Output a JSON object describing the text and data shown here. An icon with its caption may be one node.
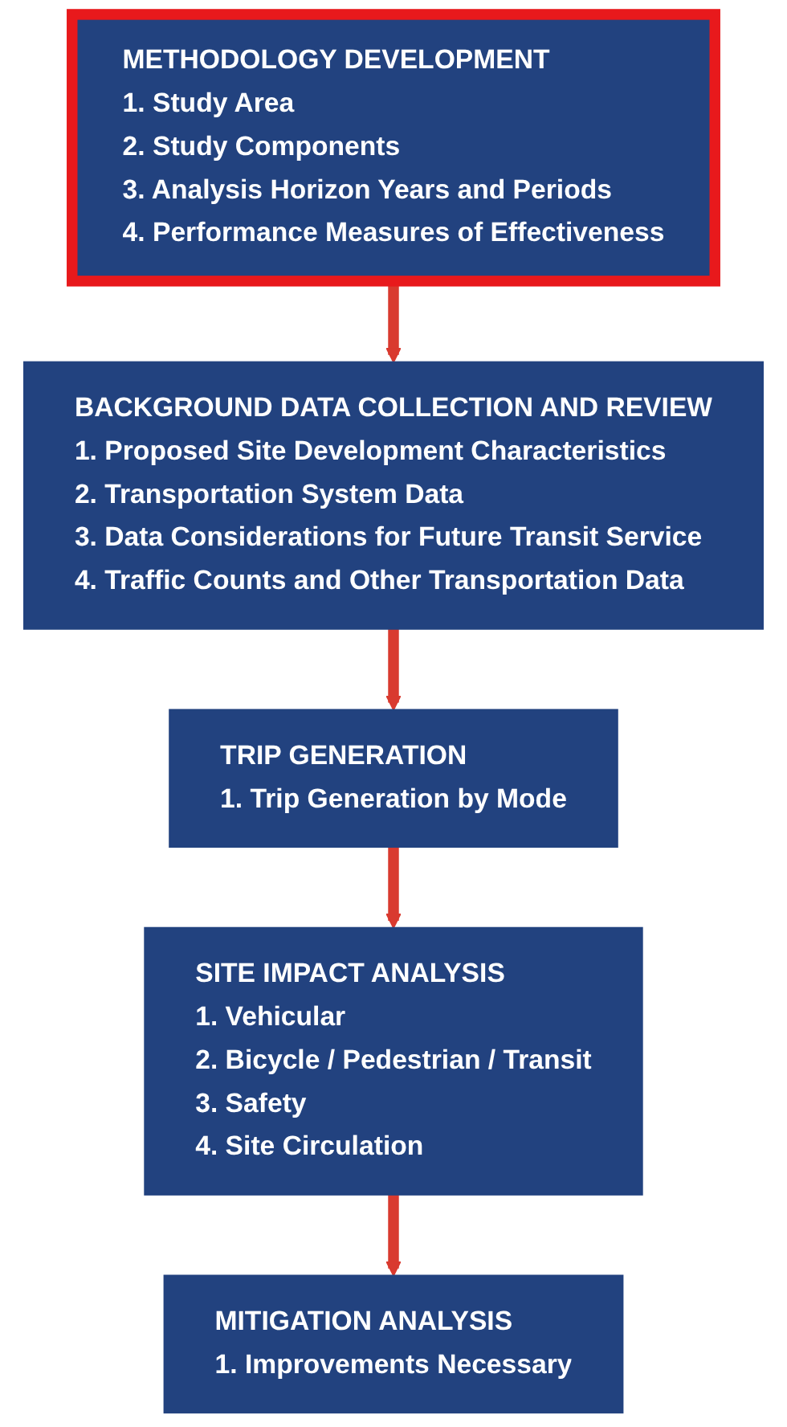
{
  "diagram": {
    "nodes": [
      {
        "text": [
          "METHODOLOGY DEVELOPMENT",
          "1. Study Area",
          "2. Study Components",
          "3. Analysis Horizon Years and Periods",
          "4. Performance Measures of Effectiveness"
        ]
      },
      {
        "text": [
          "BACKGROUND DATA COLLECTION AND REVIEW",
          "1. Proposed Site Development Characteristics",
          "2. Transportation System Data",
          "3. Data Considerations for Future Transit Service",
          "4. Traffic Counts and Other Transportation Data"
        ]
      },
      {
        "text": [
          "TRIP GENERATION",
          "1. Trip Generation by Mode"
        ]
      },
      {
        "text": [
          "SITE IMPACT ANALYSIS",
          "1. Vehicular",
          "2. Bicycle / Pedestrian / Transit",
          "3. Safety",
          "4. Site Circulation"
        ]
      },
      {
        "text": [
          "MITIGATION ANALYSIS",
          "1. Improvements Necessary"
        ]
      }
    ],
    "edges": [
      {
        "from": 0,
        "to": 1,
        "arrow": "to"
      },
      {
        "from": 1,
        "to": 2,
        "arrow": "to"
      },
      {
        "from": 2,
        "to": 3,
        "arrow": "to"
      },
      {
        "from": 3,
        "to": 4,
        "arrow": "to"
      }
    ]
  }
}
